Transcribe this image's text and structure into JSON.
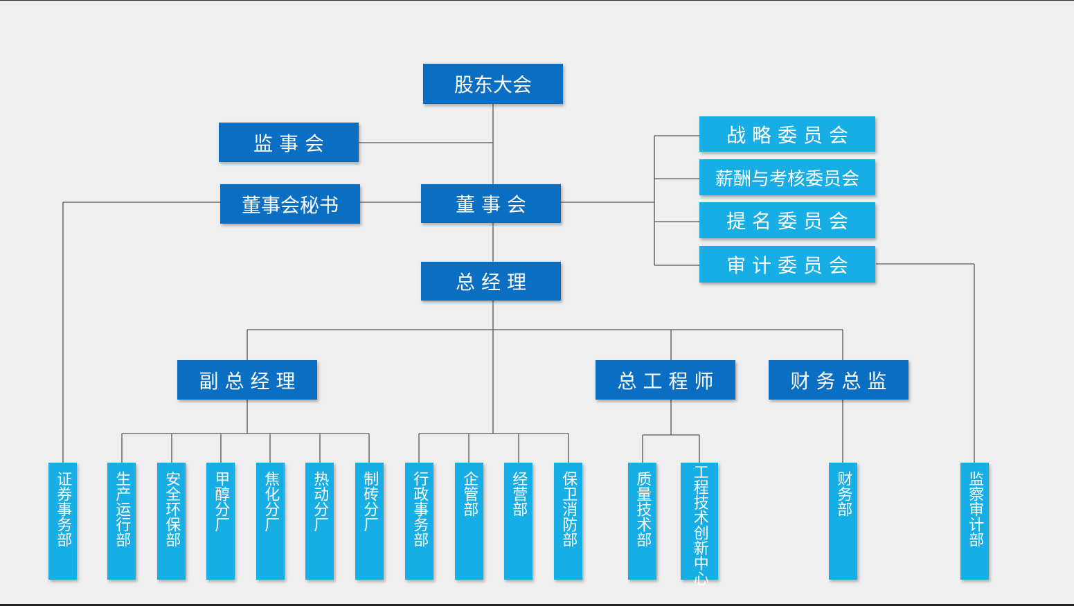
{
  "colors": {
    "board_box": "#0a6fc2",
    "committee_box": "#17aee5",
    "department_box": "#17aee5",
    "connector": "#555555",
    "background": "#efefef"
  },
  "top": {
    "shareholders": "股东大会",
    "supervisory": "监事会",
    "board_secretary": "董事会秘书",
    "board": "董事会",
    "general_manager": "总经理"
  },
  "committees": [
    "战略委员会",
    "薪酬与考核委员会",
    "提名委员会",
    "审计委员会"
  ],
  "executives": {
    "deputy_gm": "副总经理",
    "chief_engineer": "总工程师",
    "cfo": "财务总监"
  },
  "departments": {
    "securities": "证券事务部",
    "deputy": [
      "生产运行部",
      "安全环保部",
      "甲醇分厂",
      "焦化分厂",
      "热动分厂",
      "制砖分厂"
    ],
    "gm": [
      "行政事务部",
      "企管部",
      "经营部",
      "保卫消防部"
    ],
    "engineering": [
      "质量技术部",
      "工程技术创新中心"
    ],
    "finance": "财务部",
    "audit": "监察审计部"
  }
}
